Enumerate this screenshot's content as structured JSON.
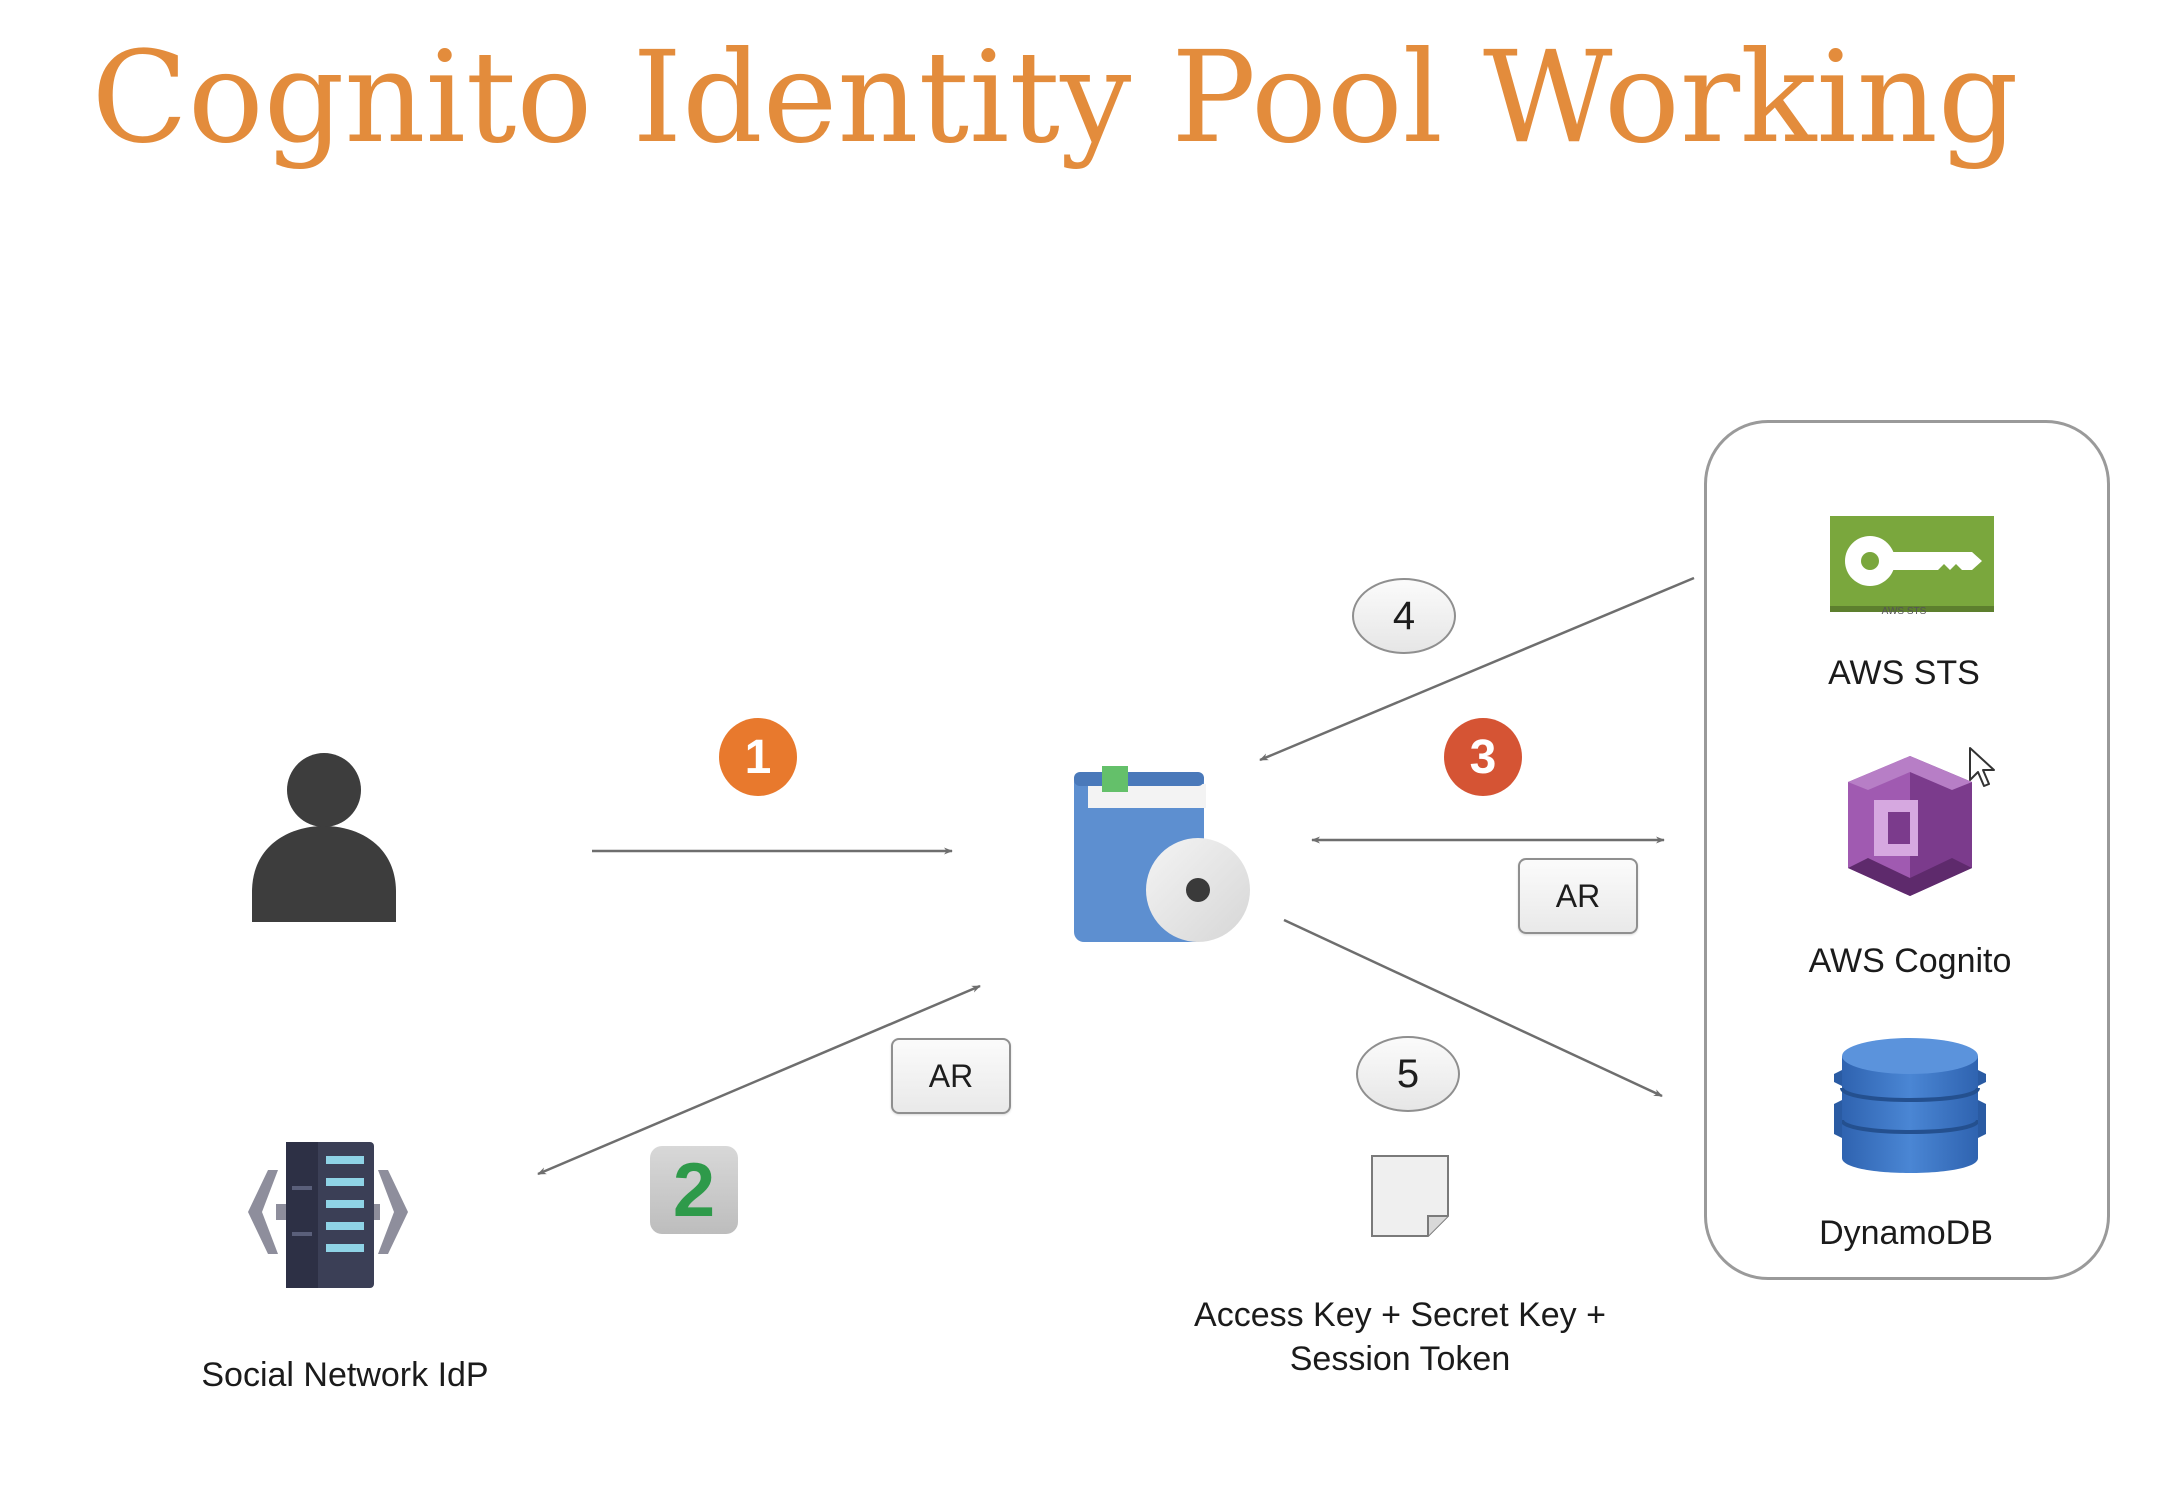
{
  "title": "Cognito Identity Pool Working",
  "steps": {
    "s1": "1",
    "s2": "2",
    "s3": "3",
    "s4": "4",
    "s5": "5"
  },
  "ar_label": "AR",
  "labels": {
    "idp": "Social Network IdP",
    "credentials_line1": "Access Key + Secret Key +",
    "credentials_line2": "Session Token",
    "sts": "AWS STS",
    "sts_badge": "AWS STS",
    "cognito": "AWS Cognito",
    "dynamodb": "DynamoDB"
  },
  "colors": {
    "title": "#e38c3c",
    "step1": "#e8792d",
    "step3": "#d55434",
    "step2_text": "#2e9a4a",
    "sts_green": "#7aa73d",
    "cognito_purple": "#7b3b8c",
    "dynamo_blue": "#3b73c0"
  },
  "icons": {
    "user": "user-icon",
    "idp": "server-icon",
    "app": "app-book-icon",
    "document": "document-icon",
    "sts": "key-icon",
    "cognito": "cognito-icon",
    "dynamodb": "database-icon",
    "cursor": "mouse-cursor-icon"
  }
}
